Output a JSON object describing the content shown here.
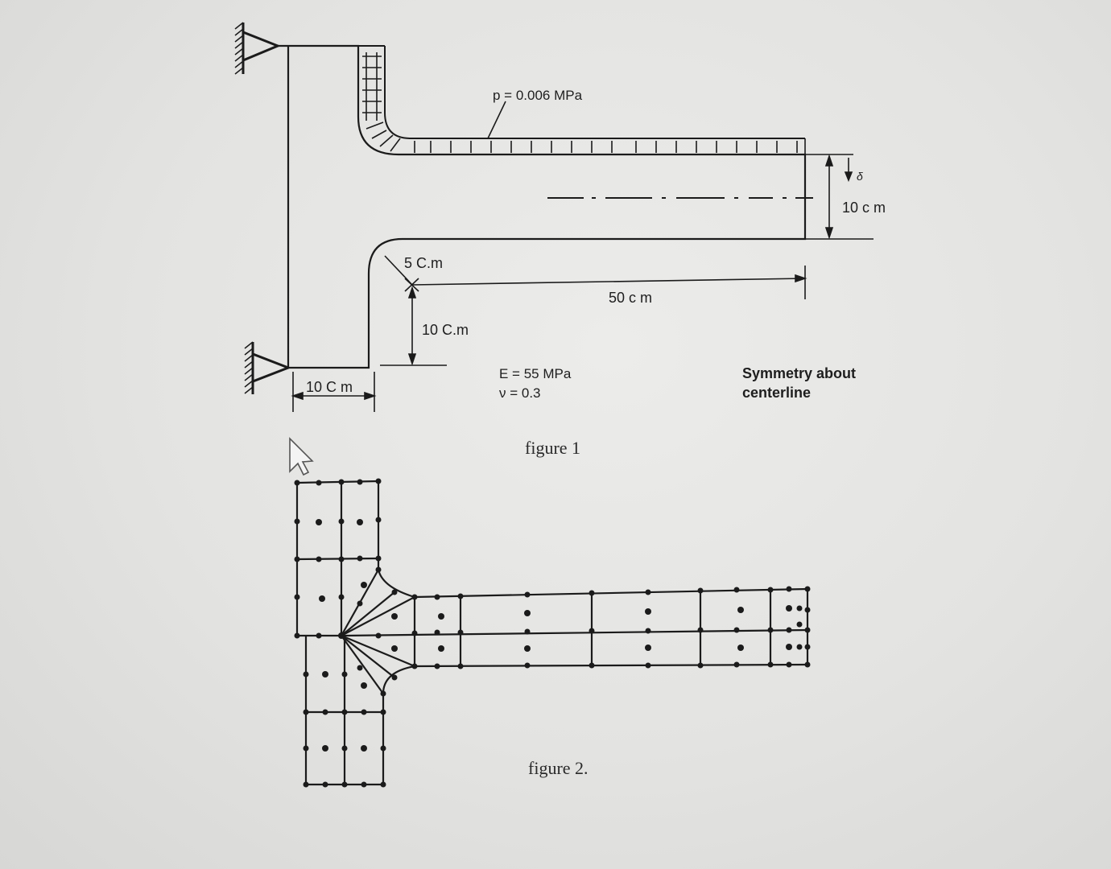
{
  "figure1": {
    "caption": "figure 1",
    "pressure_label": "p = 0.006 MPa",
    "height_dim": "10 c m",
    "deflection_symbol": "δ",
    "radius_label": "5 C.m",
    "length_dim": "50 c m",
    "offset_dim": "10 C.m",
    "base_dim": "10 C m",
    "modulus_label": "E = 55 MPa",
    "poisson_label": "ν = 0.3",
    "symmetry_label_1": "Symmetry about",
    "symmetry_label_2": "centerline"
  },
  "figure2": {
    "caption": "figure 2."
  }
}
